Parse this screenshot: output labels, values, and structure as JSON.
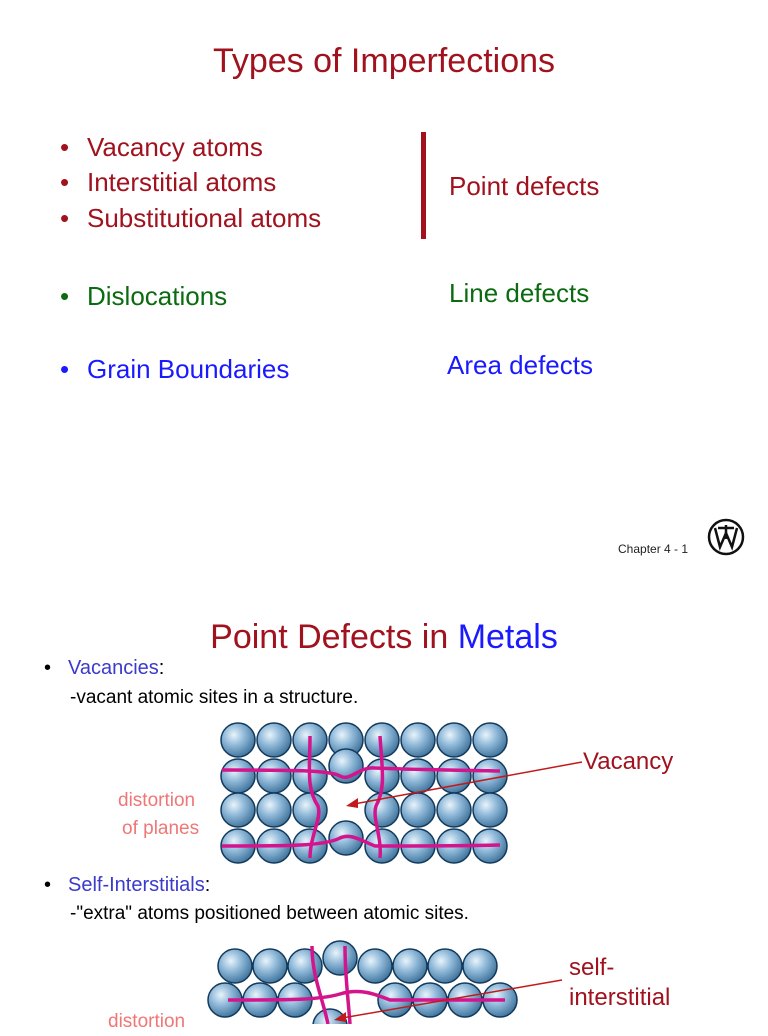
{
  "slide1": {
    "title": "Types of Imperfections",
    "point_items": [
      "Vacancy atoms",
      "Interstitial atoms",
      "Substitutional atoms"
    ],
    "point_label": "Point defects",
    "line_item": "Dislocations",
    "line_label": "Line defects",
    "area_item": "Grain Boundaries",
    "area_label": "Area defects",
    "footer": "Chapter 4 -   1",
    "bullet": "•",
    "colors": {
      "point": "#a0121e",
      "line": "#0a6b10",
      "area": "#1a1aff"
    }
  },
  "slide2": {
    "title_part1": "Point Defects in ",
    "title_part2": "Metals",
    "vacancies_label": "Vacancies",
    "colon": ":",
    "vacancies_desc": "-vacant atomic sites in a structure.",
    "vacancy_callout": "Vacancy",
    "distortion_line1": "distortion",
    "distortion_line2": "of planes",
    "self_label": "Self-Interstitials",
    "self_desc": "-\"extra\" atoms positioned between atomic sites.",
    "self_callout_line1": "self-",
    "self_callout_line2": "interstitial",
    "distortion2_partial": "distortion"
  }
}
